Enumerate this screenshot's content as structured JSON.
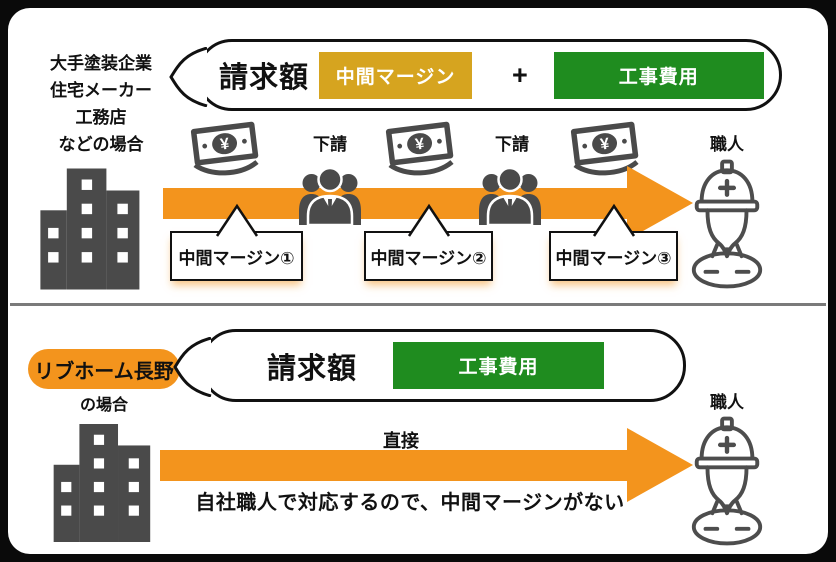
{
  "colors": {
    "orange": "#F3941D",
    "gold": "#D6A41F",
    "green": "#1F8C1F",
    "icon_dark": "#4A4A4A",
    "outline_gray": "#4D4D4D"
  },
  "icons": {
    "yen": "¥"
  },
  "top": {
    "case_label_lines": [
      "大手塗装企業",
      "住宅メーカー",
      "工務店",
      "などの場合"
    ],
    "bubble": {
      "title": "請求額",
      "margin_label": "中間マージン",
      "plus": "+",
      "cost_label": "工事費用"
    },
    "flow": {
      "sub1": "下請",
      "sub2": "下請",
      "craftsman": "職人"
    },
    "callouts": [
      "中間マージン①",
      "中間マージン②",
      "中間マージン③"
    ]
  },
  "bottom": {
    "company": "リブホーム長野",
    "suffix": "の場合",
    "bubble": {
      "title": "請求額",
      "cost_label": "工事費用"
    },
    "direct": "直接",
    "craftsman": "職人",
    "message": "自社職人で対応するので、中間マージンがない"
  }
}
